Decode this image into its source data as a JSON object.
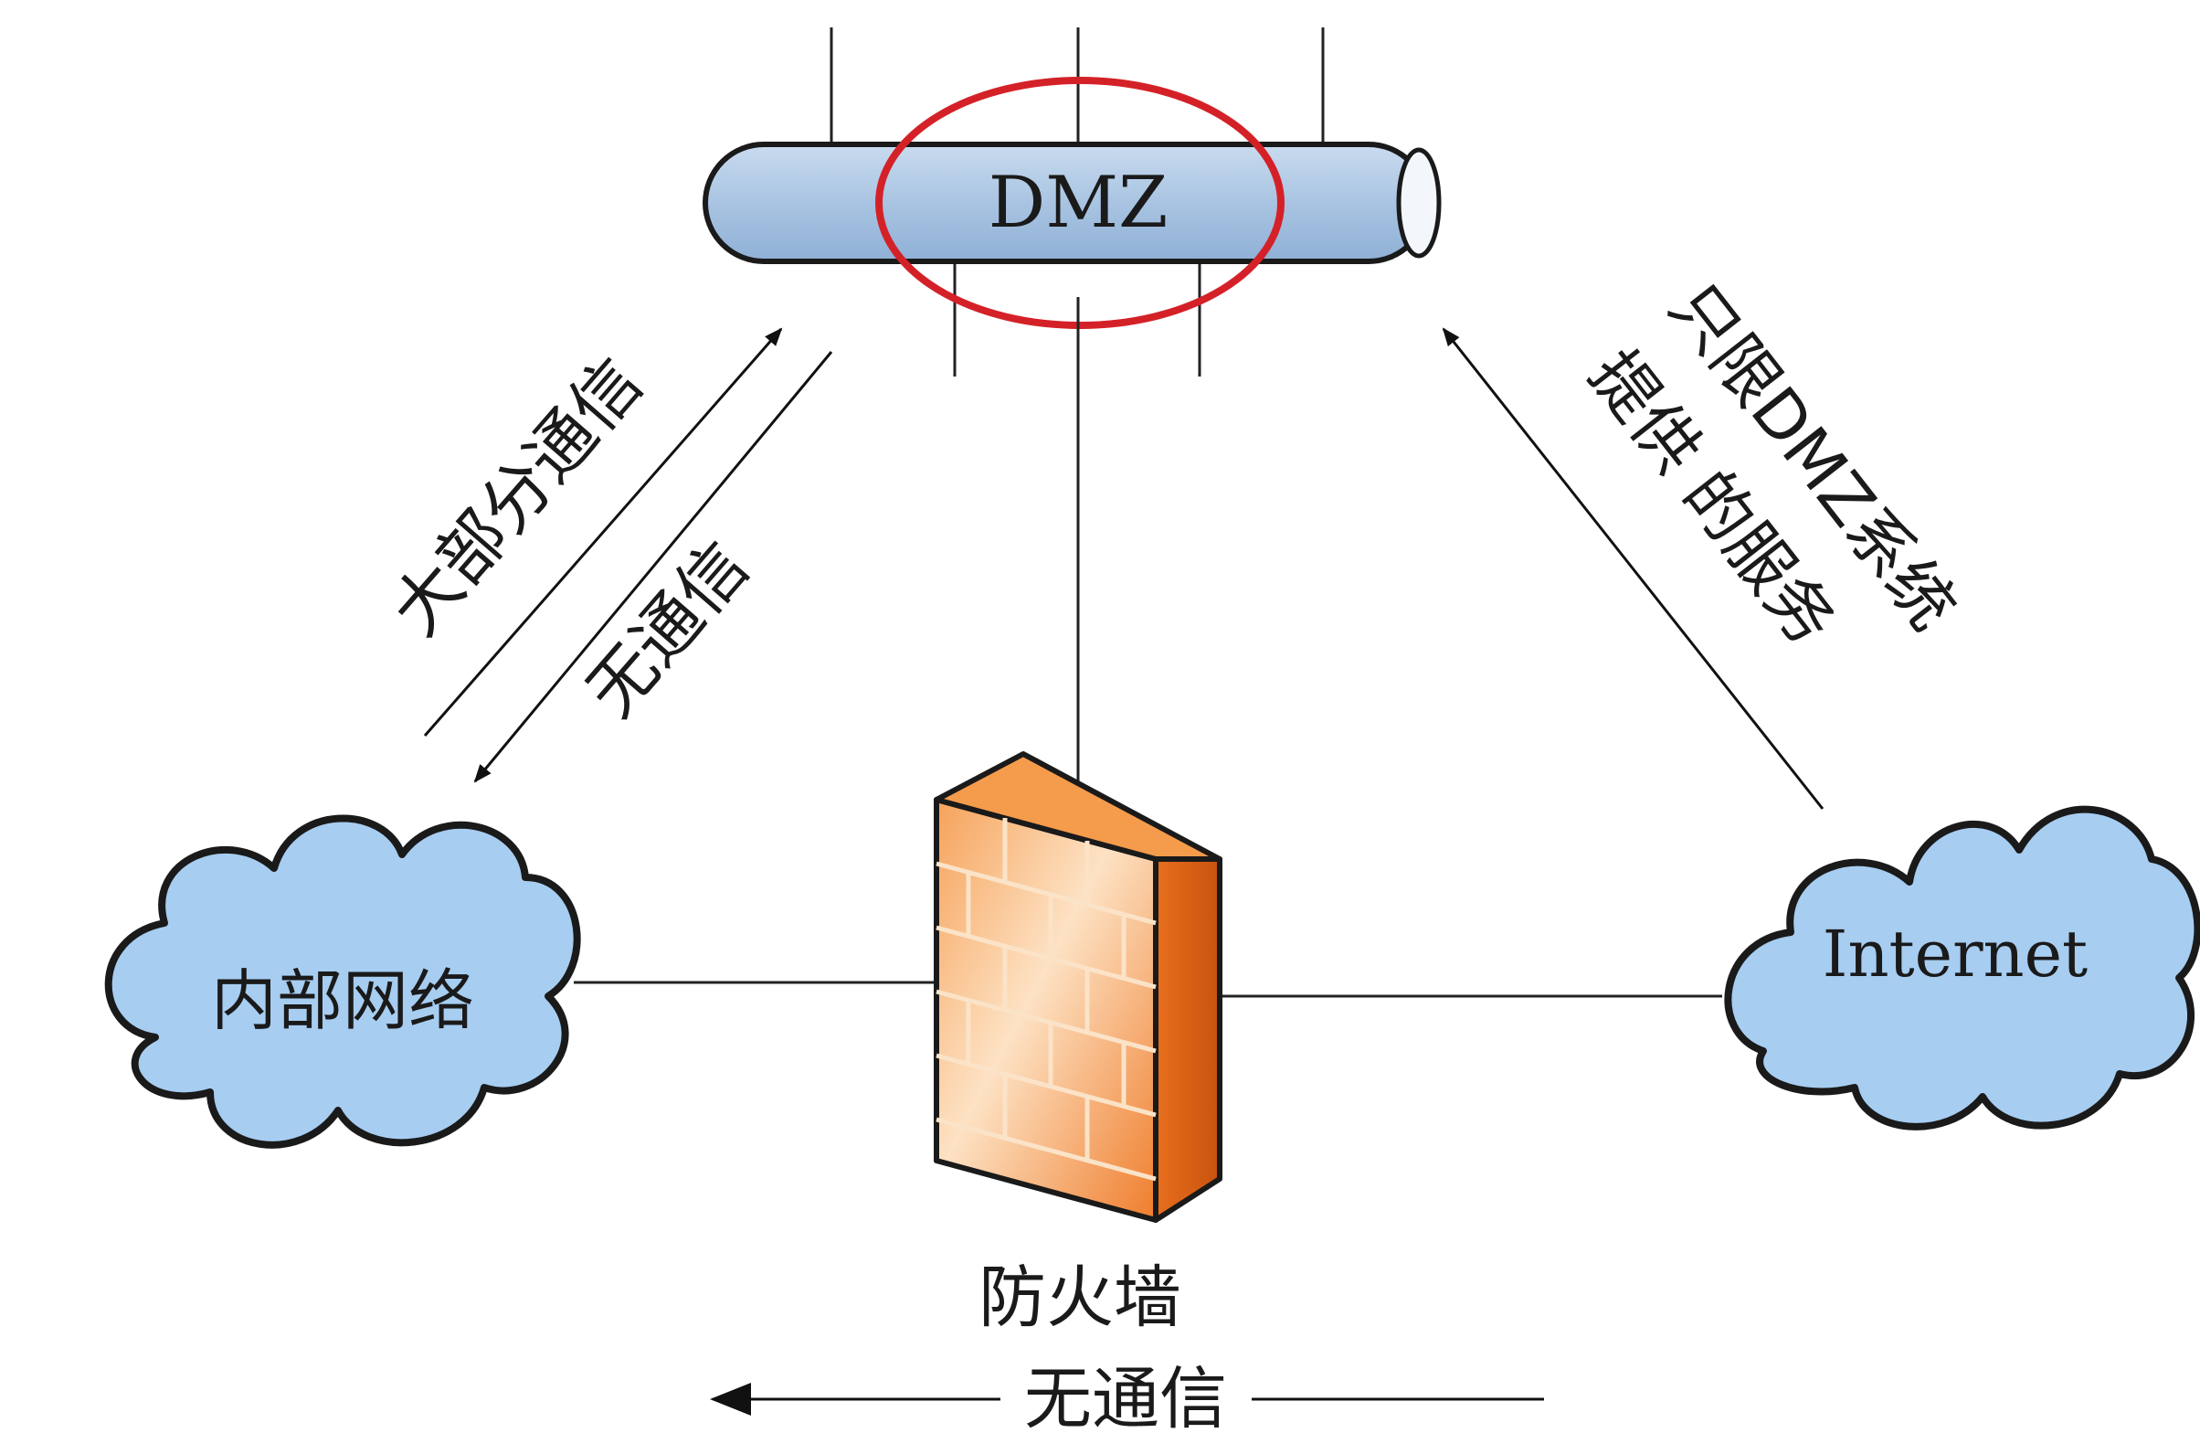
{
  "nodes": {
    "dmz": {
      "label": "DMZ"
    },
    "internal": {
      "label": "内部网络"
    },
    "internet": {
      "label": "Internet"
    },
    "firewall": {
      "label": "防火墙"
    }
  },
  "flows": {
    "internal_to_dmz": "大部分通信",
    "dmz_to_internal": "无通信",
    "internet_to_dmz_line1": "只限DMZ系统",
    "internet_to_dmz_line2": "提供 的服务",
    "internet_to_internal": "无通信"
  },
  "colors": {
    "pipe": "#a9c4e2",
    "cloud": "#a7cdf1",
    "firewall": "#f08a3a",
    "highlight": "#d42128"
  }
}
